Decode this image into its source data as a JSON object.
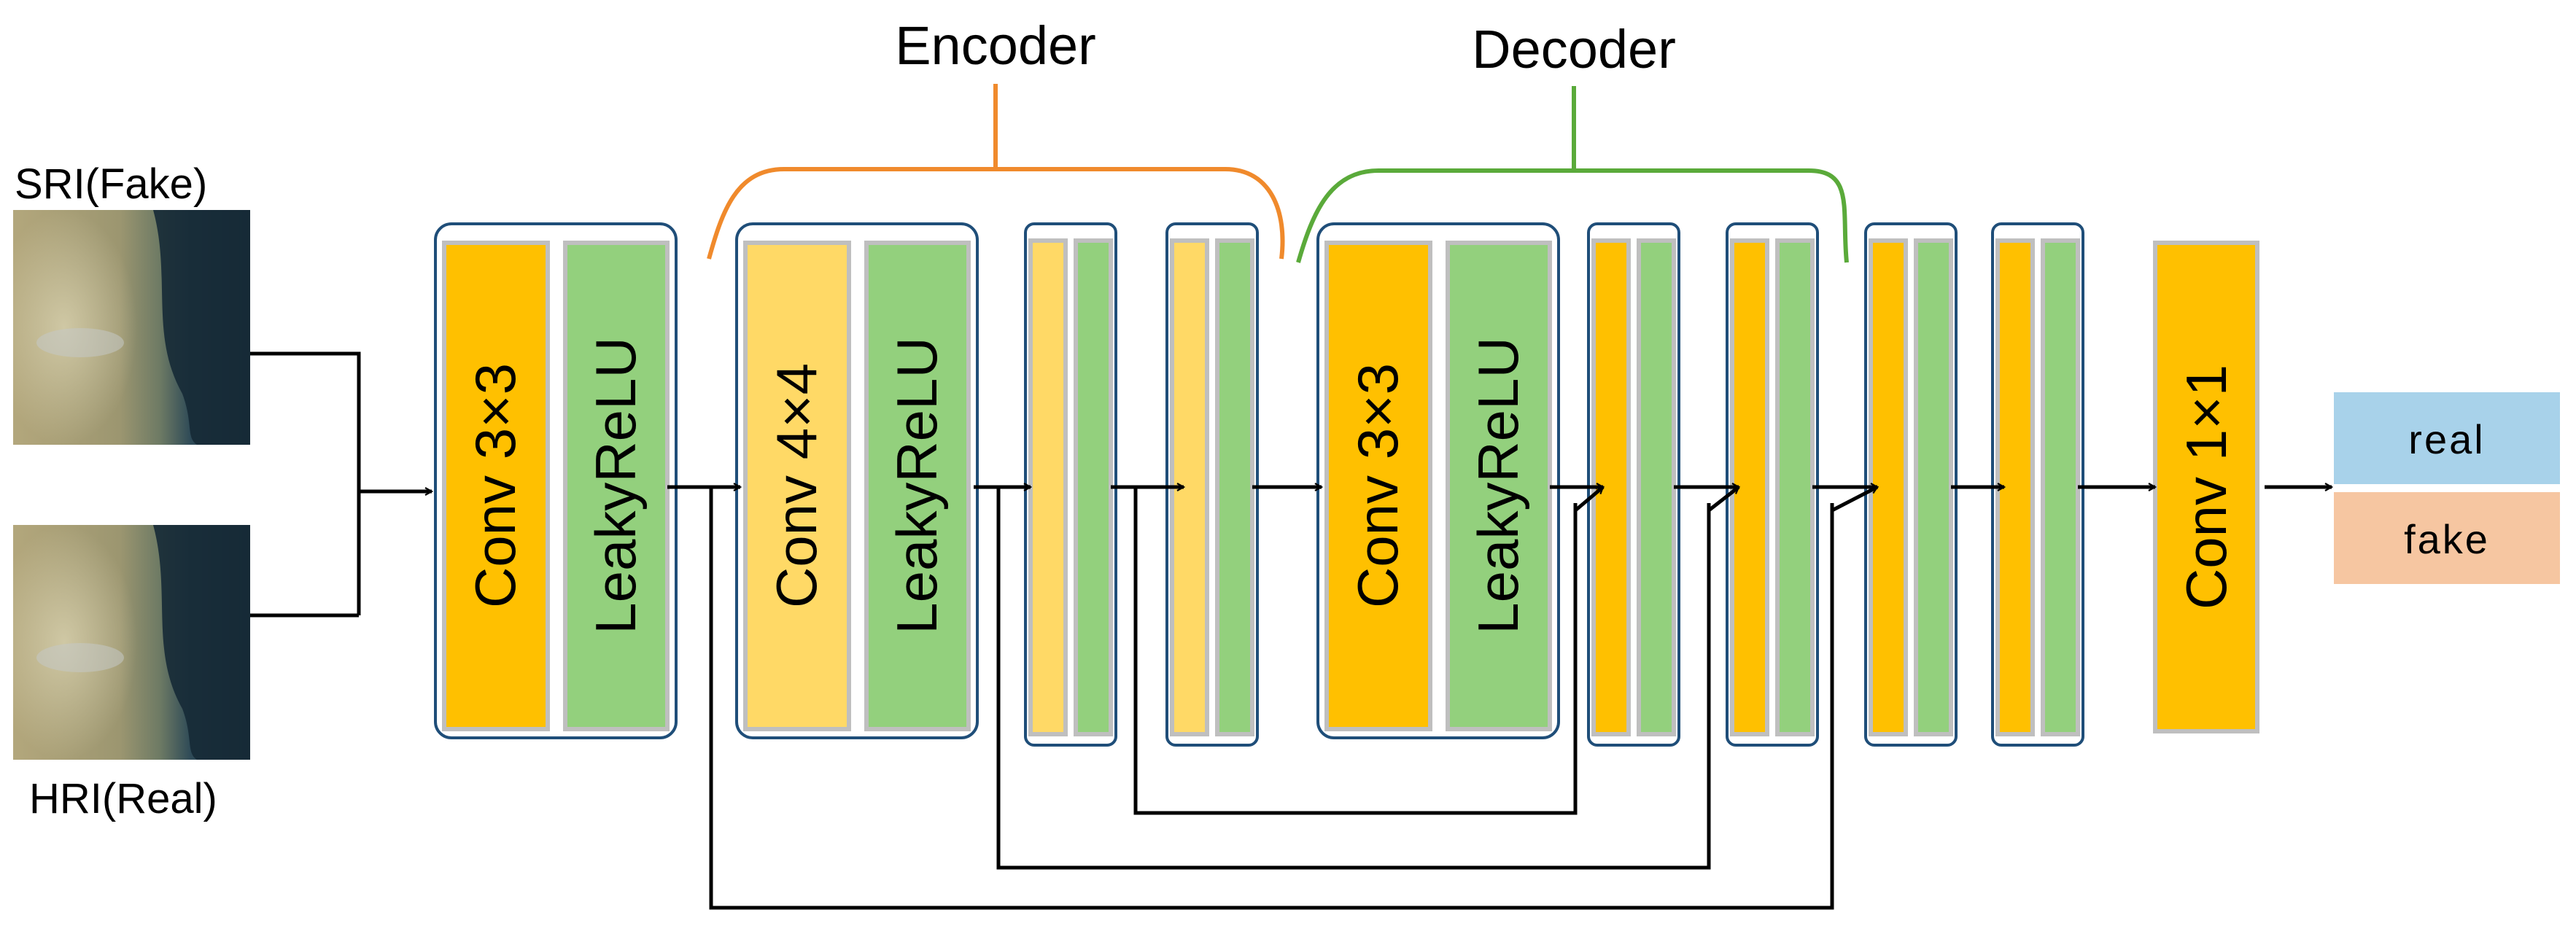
{
  "inputs": {
    "fake_label": "SRI(Fake)",
    "real_label": "HRI(Real)"
  },
  "labels": {
    "encoder": "Encoder",
    "decoder": "Decoder"
  },
  "blocks": {
    "conv3x3_first": "Conv 3×3",
    "leaky_first": "LeakyReLU",
    "conv4x4": "Conv 4×4",
    "leaky_enc": "LeakyReLU",
    "conv3x3_dec": "Conv 3×3",
    "leaky_dec": "LeakyReLU",
    "conv1x1": "Conv 1×1"
  },
  "outputs": {
    "real": "real",
    "fake": "fake"
  },
  "colors": {
    "conv_orange": "#ffc000",
    "conv_light": "#ffd966",
    "relu_green": "#93d07d",
    "encoder_brace": "#f08a2c",
    "decoder_brace": "#5aaa3a",
    "real_box": "#a8d2ea",
    "fake_box": "#f6c6a1",
    "group_border": "#1f4e79"
  }
}
